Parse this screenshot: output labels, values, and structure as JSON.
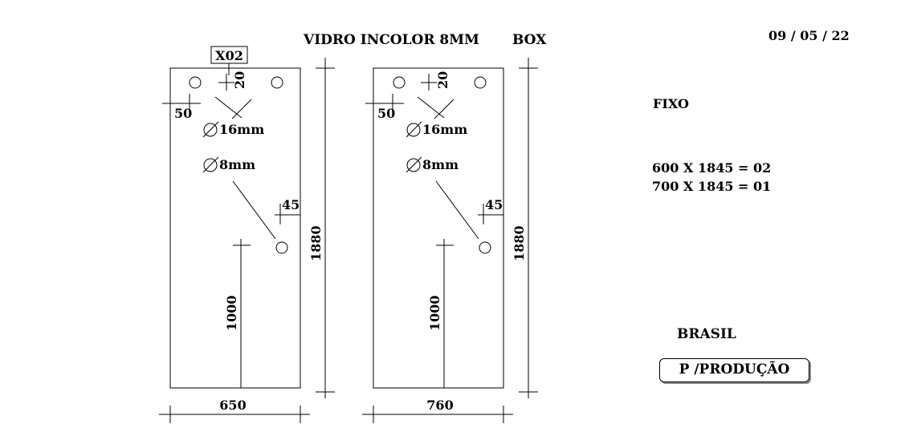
{
  "header": {
    "title": "VIDRO INCOLOR 8MM",
    "product": "BOX",
    "date": "09 / 05 / 22"
  },
  "panels": [
    {
      "tag": "X02",
      "width_label": "650",
      "height_label": "1880",
      "top_hole_offset": "20",
      "side_offset": "50",
      "large_hole": "16mm",
      "small_hole": "8mm",
      "edge_offset": "45",
      "hole_height": "1000"
    },
    {
      "width_label": "760",
      "height_label": "1880",
      "top_hole_offset": "20",
      "side_offset": "50",
      "large_hole": "16mm",
      "small_hole": "8mm",
      "edge_offset": "45",
      "hole_height": "1000"
    }
  ],
  "spec": {
    "type": "FIXO",
    "lines": [
      "600 X 1845 = 02",
      "700 X 1845 = 01"
    ]
  },
  "footer": {
    "country": "BRASIL",
    "stamp": "P /PRODUÇÃO"
  }
}
